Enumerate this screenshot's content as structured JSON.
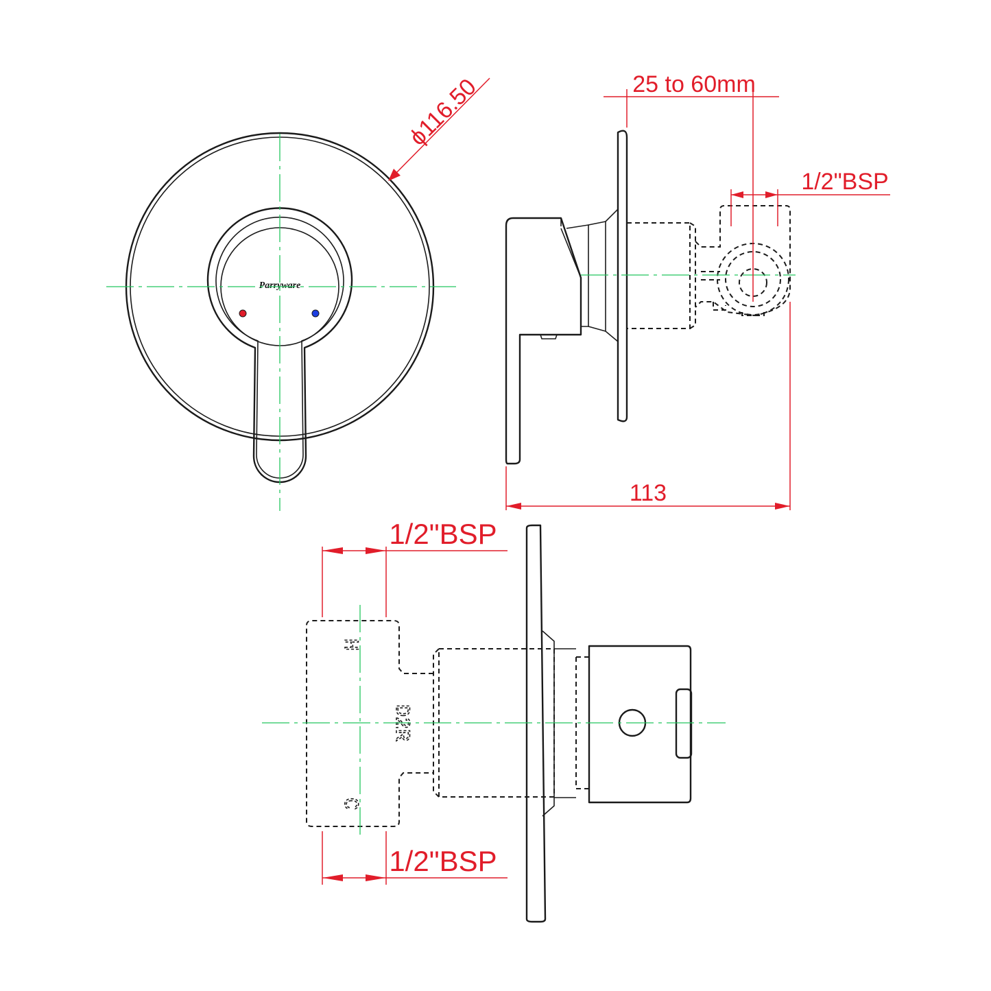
{
  "drawing": {
    "brand_logo": "Parryware",
    "front_view": {
      "diameter_label": "ϕ116.50",
      "hot_indicator_color": "#e11d2a",
      "cold_indicator_color": "#1d3fe1"
    },
    "side_view": {
      "wall_range_label": "25 to 60mm",
      "inlet_label": "1/2\"BSP",
      "overall_length_label": "113"
    },
    "bottom_view": {
      "hot_inlet_label": "1/2\"BSP",
      "cold_inlet_label": "1/2\"BSP",
      "hot_port_mark": "H",
      "cold_port_mark": "C",
      "body_mark": "D2R"
    },
    "colors": {
      "outline": "#1a1a1a",
      "dimension": "#e11d2a",
      "centerline": "#22c55e"
    }
  }
}
